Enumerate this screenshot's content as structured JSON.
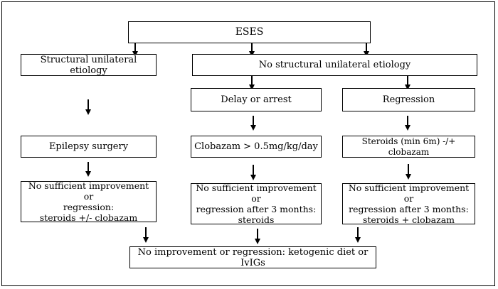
{
  "nodes": {
    "eses": "ESES",
    "structural": "Structural unilateral etiology",
    "no_structural": "No structural unilateral etiology",
    "delay": "Delay or arrest",
    "regression": "Regression",
    "surgery": "Epilepsy surgery",
    "clobazam": "Clobazam > 0.5mg/kg/day",
    "steroids_min": "Steroids (min 6m) -/+ clobazam",
    "outcome_left": "No sufficient improvement or\nregression:\nsteroids +/- clobazam",
    "outcome_mid": "No sufficient improvement or\nregression after 3 months:\nsteroids",
    "outcome_right": "No sufficient improvement or\nregression after 3 months:\nsteroids + clobazam",
    "final": "No improvement or regression: ketogenic diet or IvIGs"
  }
}
